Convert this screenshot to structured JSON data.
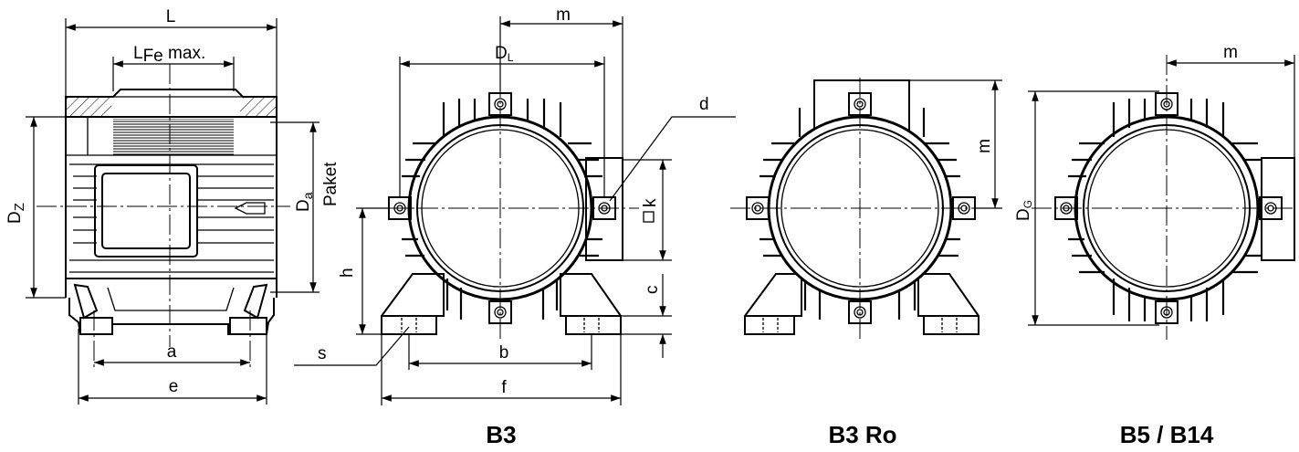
{
  "views": {
    "side": {
      "dims": {
        "L": "L",
        "LFe_main": "L",
        "LFe_sub": "Fe",
        "LFe_suffix": " max.",
        "DZ_main": "D",
        "DZ_sub": "Z",
        "Da_main": "D",
        "Da_sub": "a",
        "paket": "Paket",
        "a": "a",
        "e": "e"
      }
    },
    "b3": {
      "title": "B3",
      "dims": {
        "m": "m",
        "DL_main": "D",
        "DL_sub": "L",
        "d": "d",
        "k": "k",
        "h": "h",
        "c": "c",
        "s": "s",
        "b": "b",
        "f": "f"
      }
    },
    "b3ro": {
      "title": "B3 Ro",
      "dims": {
        "m": "m"
      }
    },
    "b5b14": {
      "title": "B5 / B14",
      "dims": {
        "m": "m",
        "DG_main": "D",
        "DG_sub": "G"
      }
    }
  }
}
